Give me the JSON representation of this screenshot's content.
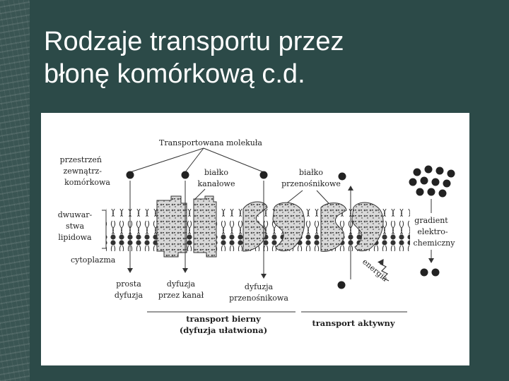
{
  "slide": {
    "title_line1": "Rodzaje transportu przez",
    "title_line2": "błonę komórkową c.d."
  },
  "diagram": {
    "top_label": "Transportowana molekuła",
    "extracellular": [
      "przestrzeń",
      "zewnątrz-",
      "komórkowa"
    ],
    "bilayer": [
      "dwuwar-",
      "stwa",
      "lipidowa"
    ],
    "cytoplasm": "cytoplazma",
    "channel_protein": [
      "białko",
      "kanałowe"
    ],
    "carrier_protein": [
      "białko",
      "przenośnikowe"
    ],
    "gradient": [
      "gradient",
      "elektro-",
      "chemiczny"
    ],
    "simple_diffusion": [
      "prosta",
      "dyfuzja"
    ],
    "channel_diffusion": [
      "dyfuzja",
      "przez kanał"
    ],
    "carrier_diffusion": [
      "dyfuzja",
      "przenośnikowa"
    ],
    "energy": "energia",
    "passive_transport": [
      "transport bierny",
      "(dyfuzja ułatwiona)"
    ],
    "active_transport": "transport aktywny"
  }
}
